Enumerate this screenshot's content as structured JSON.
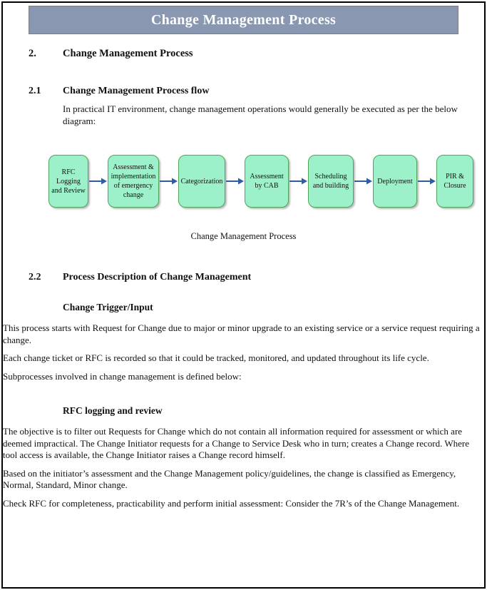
{
  "colors": {
    "banner_bg": "#8997B1",
    "banner_border": "#7F7F7F",
    "box_fill": "#9DF1CA",
    "box_border": "#4FA45A",
    "arrow": "#2E5CA6",
    "text": "#111111"
  },
  "banner": {
    "title": "Change Management Process"
  },
  "sections": {
    "s2": {
      "number": "2.",
      "title": "Change Management Process"
    },
    "s21": {
      "number": "2.1",
      "title": "Change Management Process flow",
      "intro": "In practical IT environment, change management operations would generally be executed as per the below diagram:"
    },
    "s22": {
      "number": "2.2",
      "title": "Process Description of Change Management"
    }
  },
  "flow": {
    "steps": [
      "RFC Logging and Review",
      "Assessment & implementation of emergency change",
      "Categorization",
      "Assessment by CAB",
      "Scheduling and building",
      "Deployment",
      "PIR & Closure"
    ],
    "caption": "Change Management Process"
  },
  "change_trigger": {
    "heading": "Change Trigger/Input",
    "p1": "This process starts with Request for Change due to major or minor upgrade to an existing service or a service request requiring a change.",
    "p2": "Each change ticket or RFC is recorded so that it could be tracked, monitored, and updated throughout its life cycle.",
    "p3": "Subprocesses involved in change management is defined below:"
  },
  "rfc_logging": {
    "heading": "RFC logging and review",
    "p1": "The objective is to filter out Requests for Change which do not contain all information required for assessment or which are deemed impractical. The Change Initiator requests for a Change to Service Desk who in turn; creates a Change record. Where tool access is available, the Change Initiator raises a Change record himself.",
    "p2": "Based on the initiator’s assessment and the Change Management policy/guidelines, the change is classified as Emergency, Normal, Standard, Minor change.",
    "p3": "Check RFC for completeness, practicability and perform initial assessment: Consider the 7R’s of the Change Management."
  }
}
